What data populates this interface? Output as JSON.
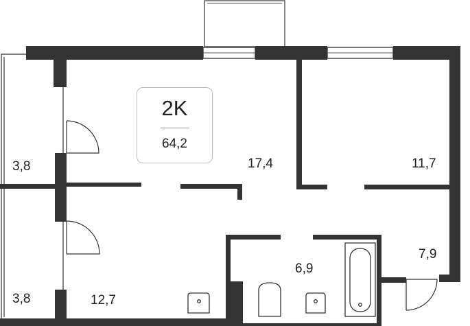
{
  "apartment": {
    "type": "2K",
    "total_area": "64,2"
  },
  "rooms": [
    {
      "id": "balcony-top",
      "area": "3,8"
    },
    {
      "id": "balcony-bottom",
      "area": "3,8"
    },
    {
      "id": "living-room",
      "area": "17,4"
    },
    {
      "id": "bedroom",
      "area": "11,7"
    },
    {
      "id": "kitchen",
      "area": "12,7"
    },
    {
      "id": "bathroom",
      "area": "6,9"
    },
    {
      "id": "hallway",
      "area": "7,9"
    }
  ],
  "colors": {
    "wall": "#333333",
    "badge_border": "#bdbdbd",
    "background": "#ffffff"
  }
}
